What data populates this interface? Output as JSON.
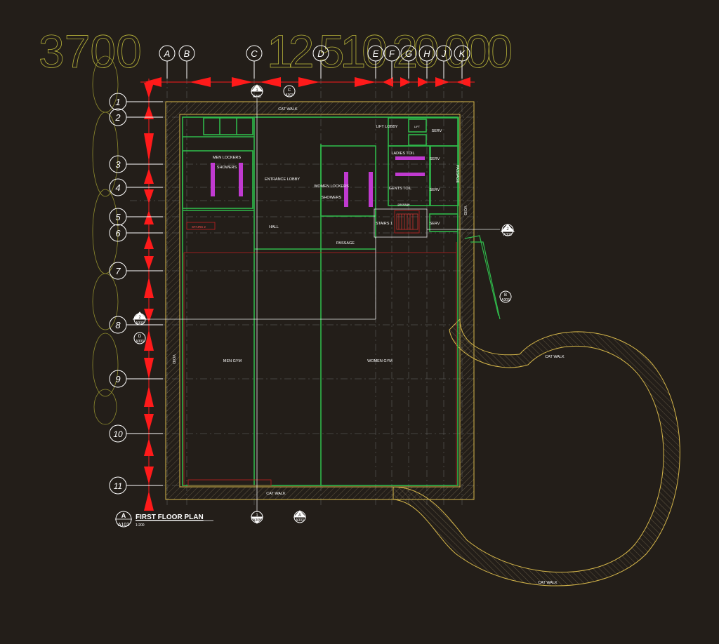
{
  "drawing": {
    "title": "FIRST FLOOR PLAN",
    "scale": "1:200",
    "view_mark": "A",
    "view_sheet": "A102"
  },
  "grid": {
    "columns": [
      "A",
      "B",
      "C",
      "D",
      "E",
      "F",
      "G",
      "H",
      "J",
      "K"
    ],
    "rows": [
      "1",
      "2",
      "3",
      "4",
      "5",
      "6",
      "7",
      "8",
      "9",
      "10",
      "11"
    ]
  },
  "overlay_dimensions": {
    "top": "3700",
    "top_right": "12 510 20 000"
  },
  "rooms": {
    "cat_walk": "CAT WALK",
    "men_lockers": "MEN LOCKERS",
    "showers": "SHOWERS",
    "entrance_lobby": "ENTRANCE LOBBY",
    "women_lockers": "WOMEN LOCKERS",
    "women_showers": "SHOWERS",
    "lift_lobby": "LIFT LOBBY",
    "ladies_toil": "LADIES TOIL",
    "gents_toil": "GENTS TOIL",
    "serv_1": "SERV",
    "serv_2": "SERV",
    "serv_3": "SERV",
    "serv_4": "SERV",
    "passage_east": "PASSAGE",
    "passage": "PASSAGE",
    "hall": "HALL",
    "stairs_1": "STAIRS 1",
    "stairs_2": "STAIRS 2",
    "men_gym": "MEN GYM",
    "women_gym": "WOMEN GYM",
    "void": "VOID",
    "lift": "LIFT",
    "passage_small": "passage"
  },
  "section_marks": {
    "s1_top": {
      "num": "1",
      "sheet": "A305"
    },
    "c_top": {
      "num": "C",
      "sheet": "A303"
    },
    "s2_right": {
      "num": "2",
      "sheet": "A303"
    },
    "b_right": {
      "num": "B",
      "sheet": "A303"
    },
    "s2_left": {
      "num": "2",
      "sheet": "A303"
    },
    "d_left": {
      "num": "D",
      "sheet": "A303"
    },
    "s1_bottom": {
      "num": "1",
      "sheet": "A305"
    },
    "a_bottom": {
      "num": "A",
      "sheet": "A303"
    }
  },
  "colors": {
    "background": "#231e19",
    "grid_bubble": "#ffffff",
    "dimension": "#ff1a1a",
    "overlay_text": "#c8c43c",
    "wall": "#2fb84a",
    "outline": "#d7b84a",
    "room_text": "#ffffff"
  }
}
